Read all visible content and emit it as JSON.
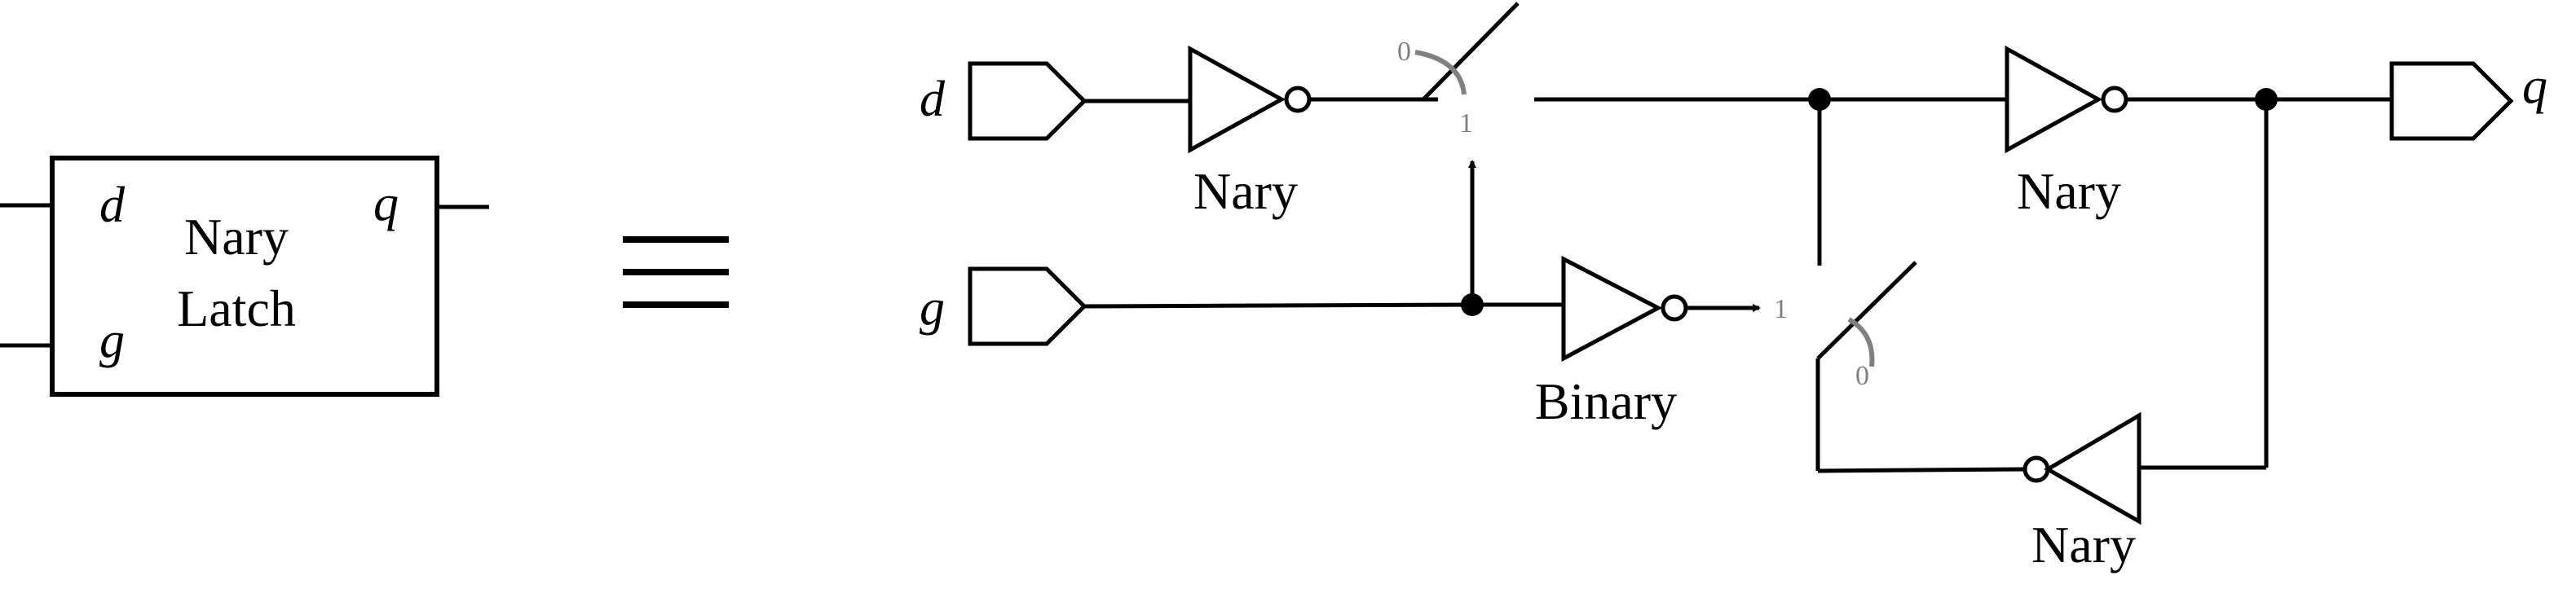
{
  "latch_box": {
    "title_line1": "Nary",
    "title_line2": "Latch",
    "pin_d": "d",
    "pin_g": "g",
    "pin_q": "q"
  },
  "equivalence_symbol": "≡",
  "circuit": {
    "input_d": "d",
    "input_g": "g",
    "output_q": "q",
    "gate_input_inverter": "Nary",
    "gate_control_inverter": "Binary",
    "gate_output_inverter": "Nary",
    "gate_feedback_inverter": "Nary",
    "switch1_label_0": "0",
    "switch1_label_1": "1",
    "switch2_label_1": "1",
    "switch2_label_0": "0"
  }
}
